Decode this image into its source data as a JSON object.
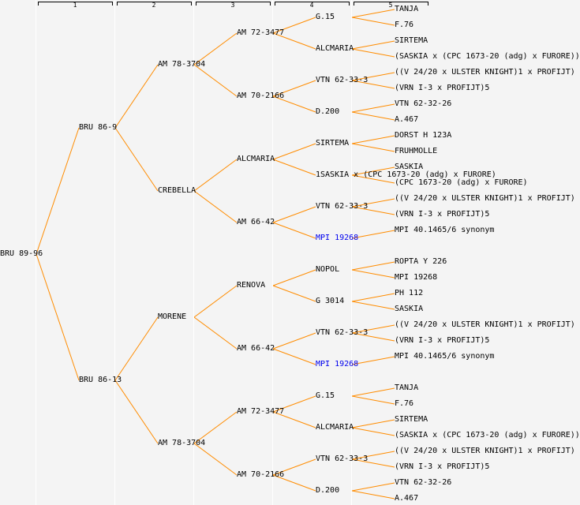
{
  "columns": [
    "1",
    "2",
    "3",
    "4",
    "5"
  ],
  "colors": {
    "line": "#ff8c00",
    "background": "#f4f4f4",
    "link": "#0000ee",
    "text": "#000000"
  },
  "tree": {
    "label": "BRU 89-96",
    "children": [
      {
        "label": "BRU 86-9",
        "children": [
          {
            "label": "AM 78-3704",
            "children": [
              {
                "label": "AM 72-3477",
                "children": [
                  {
                    "label": "G.15",
                    "children": [
                      {
                        "label": "TANJA"
                      },
                      {
                        "label": "F.76"
                      }
                    ]
                  },
                  {
                    "label": "ALCMARIA",
                    "children": [
                      {
                        "label": "SIRTEMA"
                      },
                      {
                        "label": "(SASKIA x (CPC 1673-20 (adg) x FURORE))"
                      }
                    ]
                  }
                ]
              },
              {
                "label": "AM 70-2166",
                "children": [
                  {
                    "label": "VTN 62-33-3",
                    "children": [
                      {
                        "label": "((V 24/20 x ULSTER KNIGHT)1 x PROFIJT)"
                      },
                      {
                        "label": "(VRN I-3 x PROFIJT)5"
                      }
                    ]
                  },
                  {
                    "label": "D.200",
                    "children": [
                      {
                        "label": "VTN 62-32-26"
                      },
                      {
                        "label": "A.467"
                      }
                    ]
                  }
                ]
              }
            ]
          },
          {
            "label": "CREBELLA",
            "children": [
              {
                "label": "ALCMARIA",
                "children": [
                  {
                    "label": "SIRTEMA",
                    "children": [
                      {
                        "label": "DORST H 123A"
                      },
                      {
                        "label": "FRUHMOLLE"
                      }
                    ]
                  },
                  {
                    "label": "1SASKIA x (CPC 1673-20 (adg) x FURORE)",
                    "children": [
                      {
                        "label": "SASKIA"
                      },
                      {
                        "label": "(CPC 1673-20 (adg) x FURORE)"
                      }
                    ]
                  }
                ]
              },
              {
                "label": "AM 66-42",
                "children": [
                  {
                    "label": "VTN 62-33-3",
                    "children": [
                      {
                        "label": "((V 24/20 x ULSTER KNIGHT)1 x PROFIJT)"
                      },
                      {
                        "label": "(VRN I-3 x PROFIJT)5"
                      }
                    ]
                  },
                  {
                    "label": "MPI 19268",
                    "link": true,
                    "children": [
                      {
                        "label": "MPI 40.1465/6 synonym"
                      }
                    ]
                  }
                ]
              }
            ]
          }
        ]
      },
      {
        "label": "BRU 86-13",
        "children": [
          {
            "label": "MORENE",
            "children": [
              {
                "label": "RENOVA",
                "children": [
                  {
                    "label": "NOPOL",
                    "children": [
                      {
                        "label": "ROPTA Y 226"
                      },
                      {
                        "label": "MPI 19268"
                      }
                    ]
                  },
                  {
                    "label": "G 3014",
                    "children": [
                      {
                        "label": "PH 112"
                      },
                      {
                        "label": "SASKIA"
                      }
                    ]
                  }
                ]
              },
              {
                "label": "AM 66-42",
                "children": [
                  {
                    "label": "VTN 62-33-3",
                    "children": [
                      {
                        "label": "((V 24/20 x ULSTER KNIGHT)1 x PROFIJT)"
                      },
                      {
                        "label": "(VRN I-3 x PROFIJT)5"
                      }
                    ]
                  },
                  {
                    "label": "MPI 19268",
                    "link": true,
                    "children": [
                      {
                        "label": "MPI 40.1465/6 synonym"
                      }
                    ]
                  }
                ]
              }
            ]
          },
          {
            "label": "AM 78-3704",
            "children": [
              {
                "label": "AM 72-3477",
                "children": [
                  {
                    "label": "G.15",
                    "children": [
                      {
                        "label": "TANJA"
                      },
                      {
                        "label": "F.76"
                      }
                    ]
                  },
                  {
                    "label": "ALCMARIA",
                    "children": [
                      {
                        "label": "SIRTEMA"
                      },
                      {
                        "label": "(SASKIA x (CPC 1673-20 (adg) x FURORE))"
                      }
                    ]
                  }
                ]
              },
              {
                "label": "AM 70-2166",
                "children": [
                  {
                    "label": "VTN 62-33-3",
                    "children": [
                      {
                        "label": "((V 24/20 x ULSTER KNIGHT)1 x PROFIJT)"
                      },
                      {
                        "label": "(VRN I-3 x PROFIJT)5"
                      }
                    ]
                  },
                  {
                    "label": "D.200",
                    "children": [
                      {
                        "label": "VTN 62-32-26"
                      },
                      {
                        "label": "A.467"
                      }
                    ]
                  }
                ]
              }
            ]
          }
        ]
      }
    ]
  }
}
